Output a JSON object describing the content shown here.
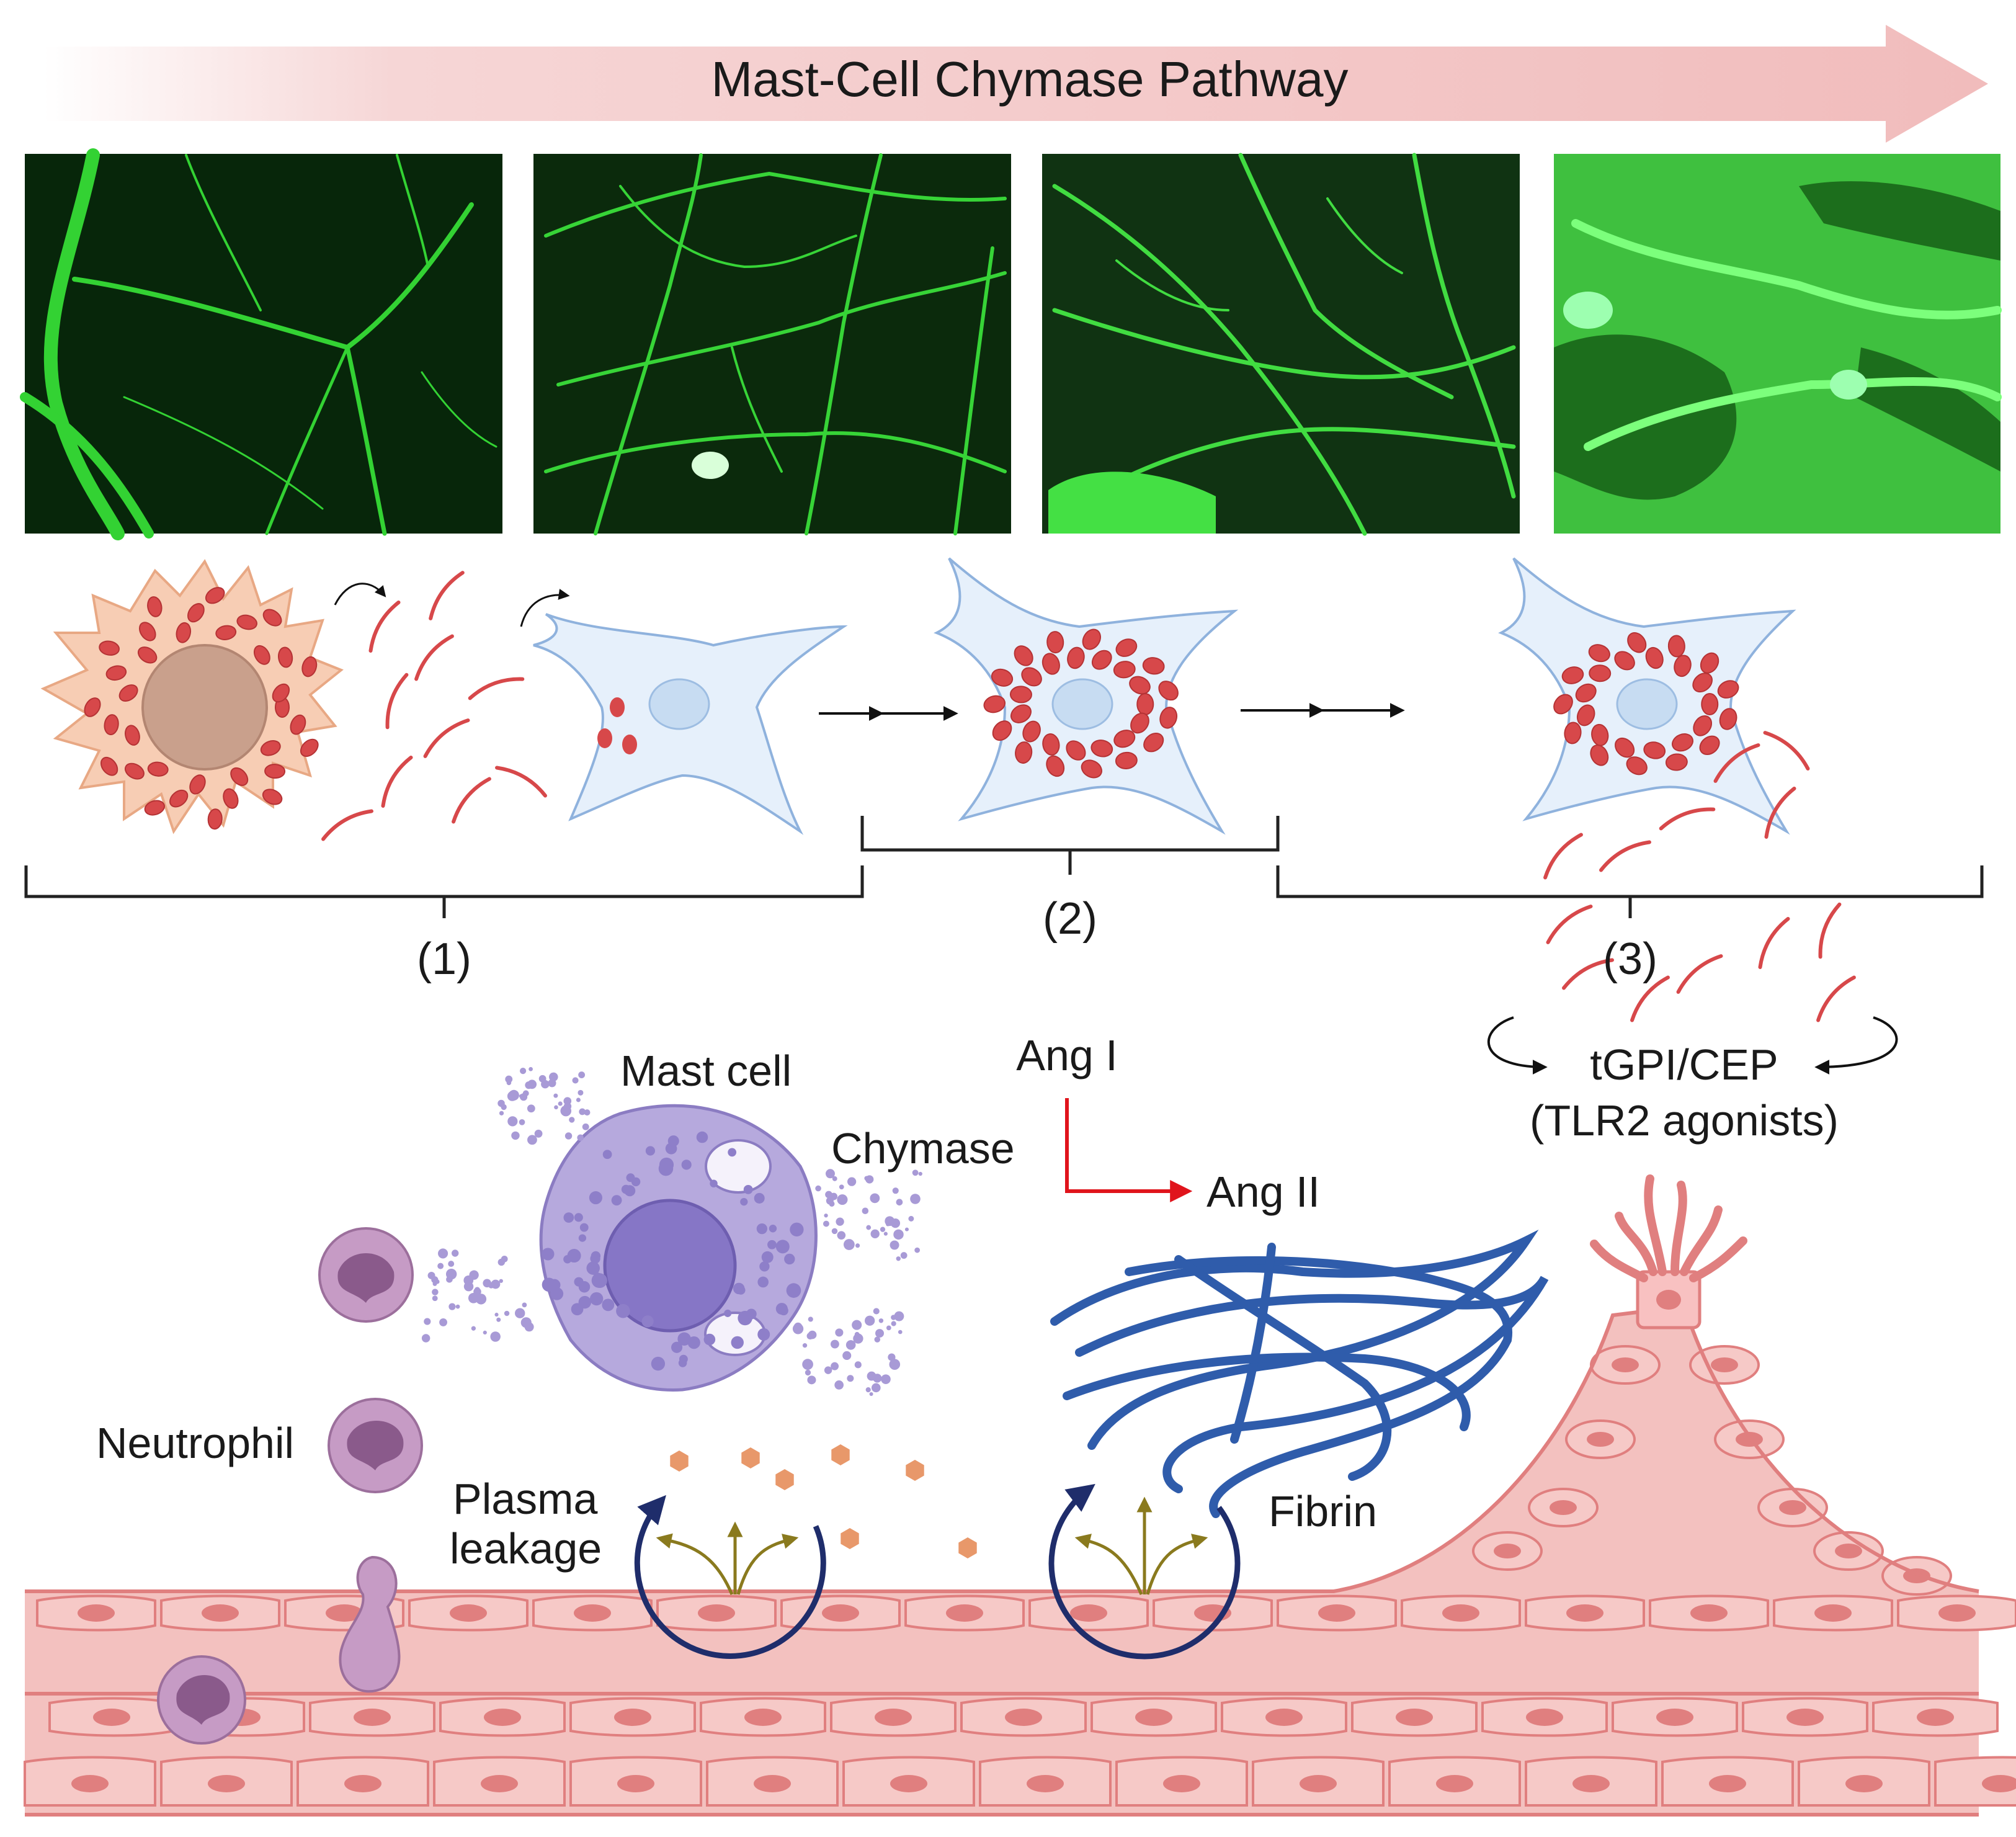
{
  "title": "Mast-Cell Chymase Pathway",
  "stages": {
    "stage1": "(1)",
    "stage2": "(2)",
    "stage3": "(3)"
  },
  "labels": {
    "ang_i": "Ang I",
    "ang_ii": "Ang II",
    "mast_cell": "Mast cell",
    "chymase": "Chymase",
    "tgpi": "tGPI/CEP",
    "tlr2": "(TLR2 agonists)",
    "neutrophil": "Neutrophil",
    "plasma": "Plasma",
    "leakage": "leakage",
    "fibrin": "Fibrin"
  },
  "colors": {
    "banner_arrow": "#f3c3c3",
    "vessel_fill": "#f3c1bf",
    "vessel_stroke": "#e07f7f",
    "fluorescence": "#2ad62a",
    "fibroblast": "#e6f0fb",
    "mast_cell": "#b6a9dd",
    "macrophage": "#f7cdb4",
    "fibrin": "#2f5cab",
    "arc_arrow": "#1f2d6b",
    "ang_arrow": "#e0141c"
  },
  "icons": {
    "microscopy_panels": [
      "green-fluorescence-image"
    ],
    "step_arrows": "double-arrow-icon"
  }
}
